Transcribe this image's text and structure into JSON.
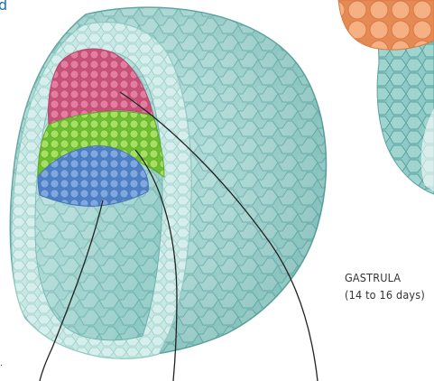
{
  "figure": {
    "corner_text": "d",
    "stage_name": "GASTRULA",
    "stage_duration": "(14 to 16 days)",
    "edge_mark": "."
  },
  "colors": {
    "outer_cells": "#9fd6d2",
    "outer_cells_dark": "#5fb0ad",
    "inner_wall": "#d8efec",
    "ectoderm_pink": "#d8648a",
    "mesoderm_green": "#8cd24a",
    "endoderm_blue": "#5f8fd0",
    "neighbor_orange": "#f0a070",
    "leader_line": "#222222",
    "corner_text": "#1f6fb4"
  },
  "icons": {
    "gastrula": "gastrula-cross-section-illustration",
    "neighbor": "morula-partial-illustration"
  }
}
